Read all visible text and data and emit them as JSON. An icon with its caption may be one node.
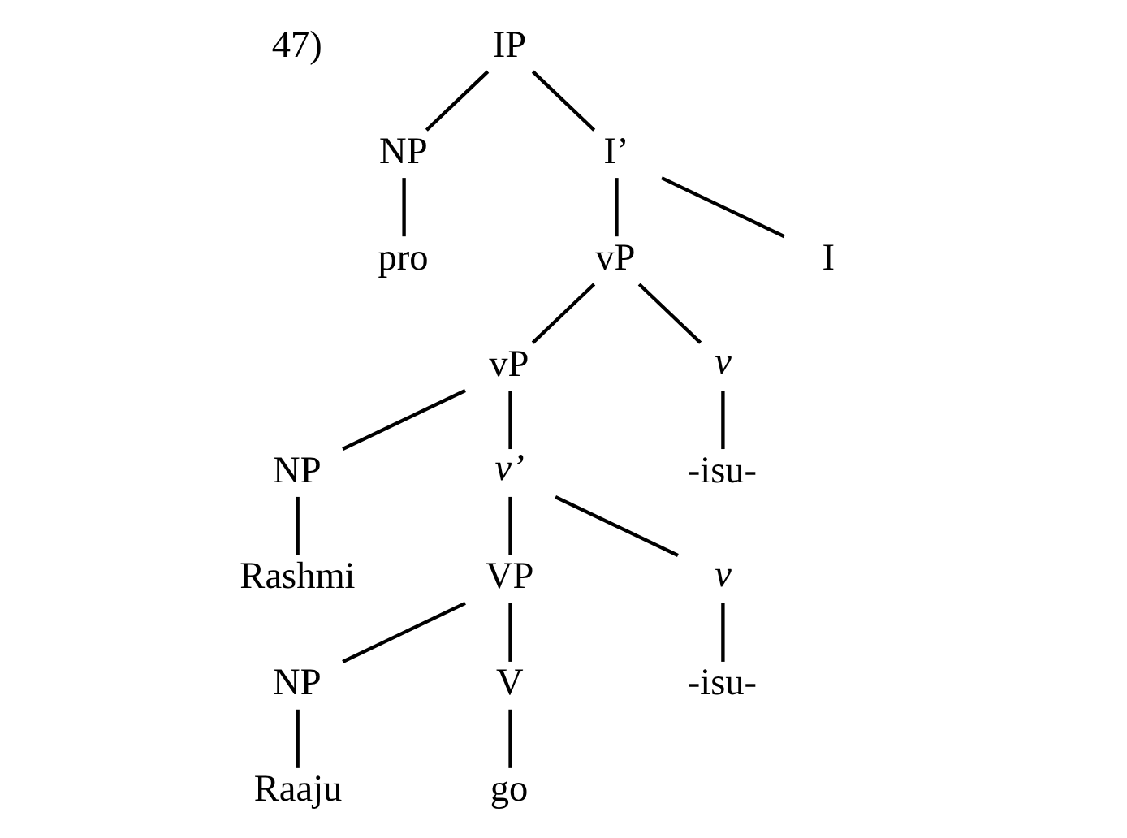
{
  "diagram": {
    "nodes": [
      {
        "text": [
          "IP"
        ]
      },
      {
        "text": [
          "NP"
        ]
      },
      {
        "text": [
          "I’"
        ]
      },
      {
        "text": [
          "pro"
        ]
      },
      {
        "text": [
          "vP"
        ]
      },
      {
        "text": [
          "I"
        ]
      },
      {
        "text": [
          "vP"
        ]
      },
      {
        "text": [
          "v"
        ]
      },
      {
        "text": [
          "NP"
        ]
      },
      {
        "text": [
          "v’"
        ]
      },
      {
        "text": [
          "-isu-"
        ]
      },
      {
        "text": [
          "Rashmi"
        ]
      },
      {
        "text": [
          "VP"
        ]
      },
      {
        "text": [
          "v"
        ]
      },
      {
        "text": [
          "NP"
        ]
      },
      {
        "text": [
          "V"
        ]
      },
      {
        "text": [
          "-isu-"
        ]
      },
      {
        "text": [
          "Raaju"
        ]
      },
      {
        "text": [
          "go"
        ]
      }
    ],
    "edges": [
      {
        "from": 0,
        "to": 1,
        "arrow": "none"
      },
      {
        "from": 0,
        "to": 2,
        "arrow": "none"
      },
      {
        "from": 1,
        "to": 3,
        "arrow": "none"
      },
      {
        "from": 2,
        "to": 4,
        "arrow": "none"
      },
      {
        "from": 2,
        "to": 5,
        "arrow": "none"
      },
      {
        "from": 4,
        "to": 6,
        "arrow": "none"
      },
      {
        "from": 4,
        "to": 7,
        "arrow": "none"
      },
      {
        "from": 6,
        "to": 8,
        "arrow": "none"
      },
      {
        "from": 6,
        "to": 9,
        "arrow": "none"
      },
      {
        "from": 7,
        "to": 10,
        "arrow": "none"
      },
      {
        "from": 8,
        "to": 11,
        "arrow": "none"
      },
      {
        "from": 9,
        "to": 12,
        "arrow": "none"
      },
      {
        "from": 9,
        "to": 13,
        "arrow": "none"
      },
      {
        "from": 12,
        "to": 14,
        "arrow": "none"
      },
      {
        "from": 12,
        "to": 15,
        "arrow": "none"
      },
      {
        "from": 13,
        "to": 16,
        "arrow": "none"
      },
      {
        "from": 14,
        "to": 17,
        "arrow": "none"
      },
      {
        "from": 15,
        "to": 18,
        "arrow": "none"
      }
    ],
    "labels": [
      "47)"
    ]
  }
}
